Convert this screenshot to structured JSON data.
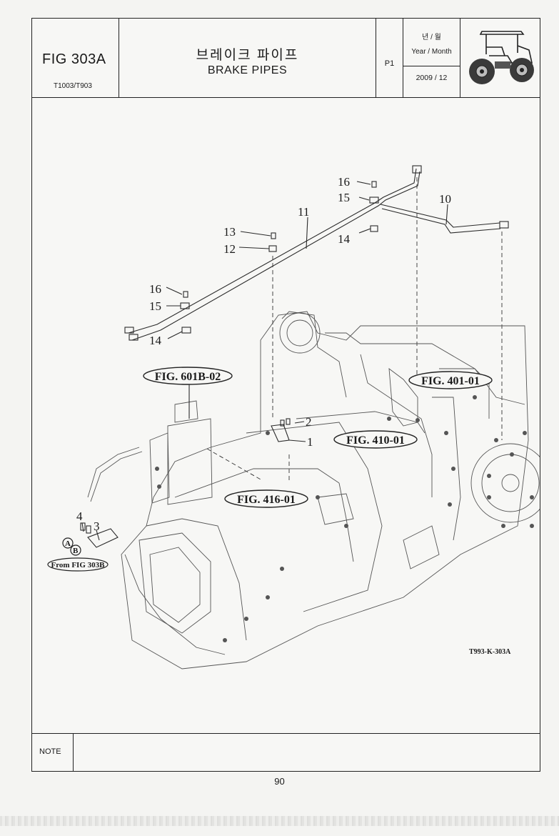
{
  "header": {
    "fig_number": "FIG 303A",
    "model": "T1003/T903",
    "title_ko": "브레이크 파이프",
    "title_en": "BRAKE PIPES",
    "page": "P1",
    "year_month_ko": "년 / 월",
    "year_month_en": "Year / Month",
    "date": "2009 / 12"
  },
  "drawing": {
    "callouts": [
      "16",
      "15",
      "11",
      "10",
      "14",
      "13",
      "12",
      "16",
      "15",
      "14",
      "2",
      "1",
      "4",
      "3"
    ],
    "references": [
      "FIG. 601B-02",
      "FIG. 401-01",
      "FIG. 410-01",
      "FIG. 416-01",
      "From FIG 303B"
    ],
    "connectors": [
      "A",
      "B"
    ],
    "drawing_code": "T993-K-303A"
  },
  "note_label": "NOTE",
  "page_number": "90"
}
